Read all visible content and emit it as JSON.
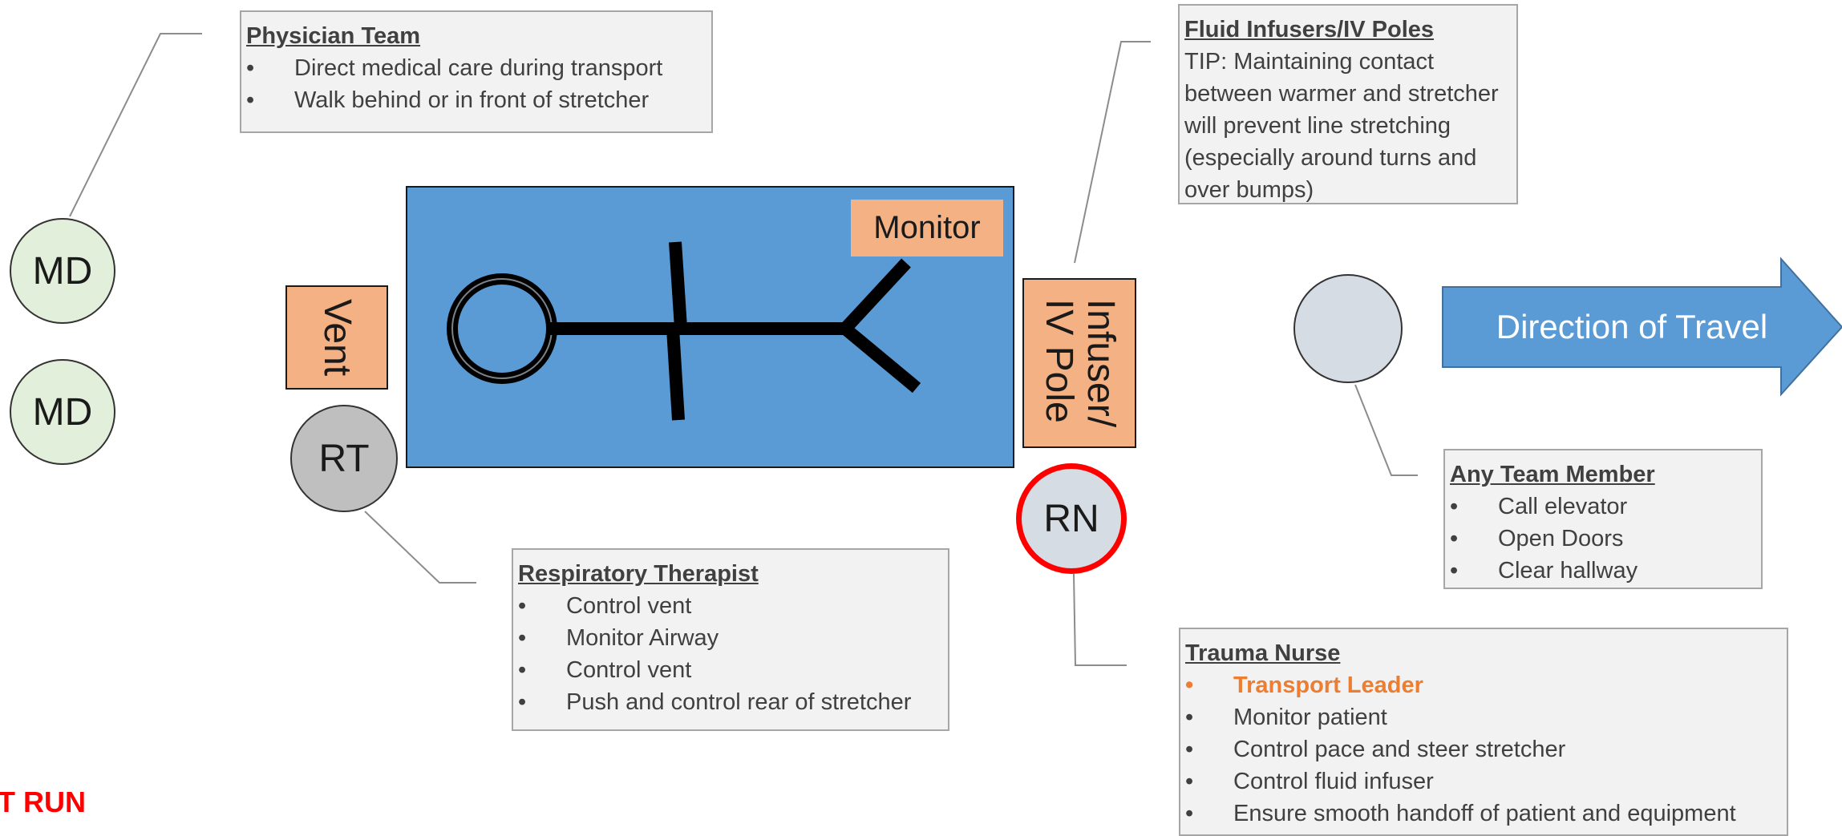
{
  "physician_team": {
    "title": "Physician Team",
    "items": [
      "Direct medical care during transport",
      "Walk behind or in front of stretcher"
    ]
  },
  "fluid_infusers": {
    "title": "Fluid Infusers/IV Poles",
    "tip": "TIP: Maintaining contact between warmer and stretcher will prevent line stretching (especially around turns and over bumps)"
  },
  "respiratory_therapist": {
    "title": "Respiratory Therapist",
    "items": [
      "Control vent",
      "Monitor Airway",
      "Control vent",
      "Push and control rear of stretcher"
    ]
  },
  "any_team_member": {
    "title": "Any Team Member",
    "items": [
      "Call elevator",
      "Open Doors",
      "Clear hallway"
    ]
  },
  "trauma_nurse": {
    "title": "Trauma Nurse",
    "lead": "Transport Leader",
    "items": [
      "Monitor patient",
      "Control pace and steer stretcher",
      "Control fluid infuser",
      "Ensure smooth handoff of patient and equipment"
    ]
  },
  "roles": {
    "md1": "MD",
    "md2": "MD",
    "rt": "RT",
    "rn": "RN",
    "member": ""
  },
  "equipment": {
    "monitor": "Monitor",
    "vent": "Vent",
    "infuser": "Infuser/\nIV Pole"
  },
  "direction": "Direction of Travel",
  "footer_partial": "T RUN",
  "colors": {
    "stretcher": "#5b9bd5",
    "equipment": "#f4b183",
    "md_circle": "#e2efda",
    "rt_circle": "#bfbfbf",
    "rn_border": "#ff0000",
    "lead_text": "#ed7d31",
    "arrow": "#5b9bd5"
  }
}
